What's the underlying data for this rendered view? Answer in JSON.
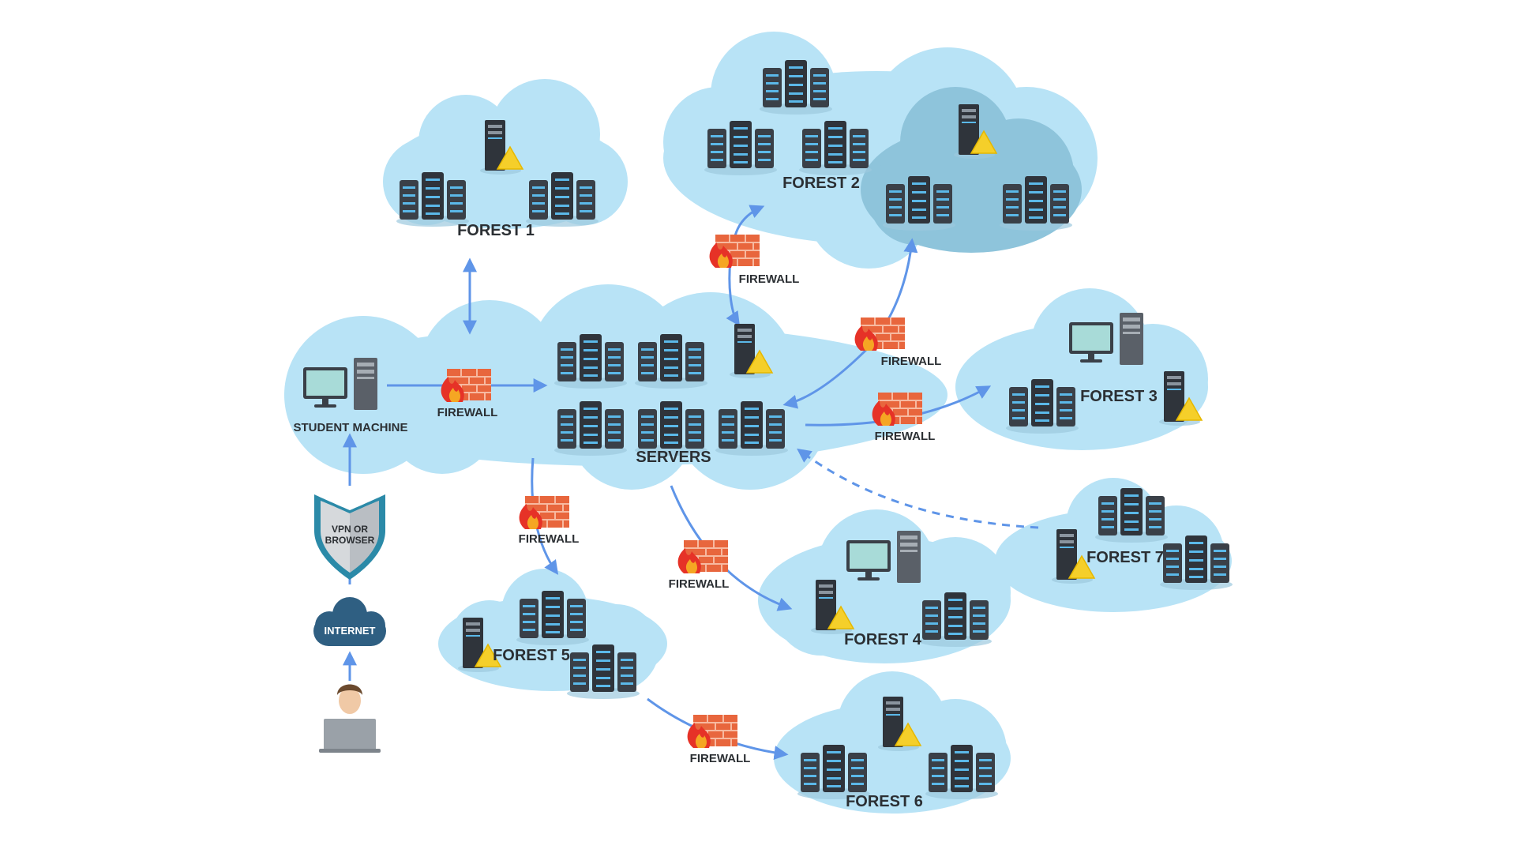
{
  "nodes": {
    "student_machine": "STUDENT MACHINE",
    "servers": "SERVERS",
    "vpn_line1": "VPN OR",
    "vpn_line2": "BROWSER",
    "internet": "INTERNET",
    "forest1": "FOREST 1",
    "forest2": "FOREST 2",
    "forest3": "FOREST 3",
    "forest4": "FOREST 4",
    "forest5": "FOREST 5",
    "forest6": "FOREST 6",
    "forest7": "FOREST 7"
  },
  "firewall_label": "FIREWALL",
  "colors": {
    "cloud": "#b8e3f6",
    "cloud_inner": "#8ec4db",
    "connector": "#5f95e8",
    "firewall_brick": "#e8663d",
    "flame": "#e63227",
    "warning": "#f5cf2a",
    "server_dark": "#3a4048",
    "server_light": "#5bb8e8",
    "shield": "#2b8aa8",
    "internet_cloud": "#2f5f82"
  },
  "icons": [
    "server-rack-icon",
    "tower-server-icon",
    "warning-icon",
    "monitor-icon",
    "firewall-icon",
    "shield-icon",
    "cloud-icon",
    "user-icon",
    "laptop-icon"
  ]
}
